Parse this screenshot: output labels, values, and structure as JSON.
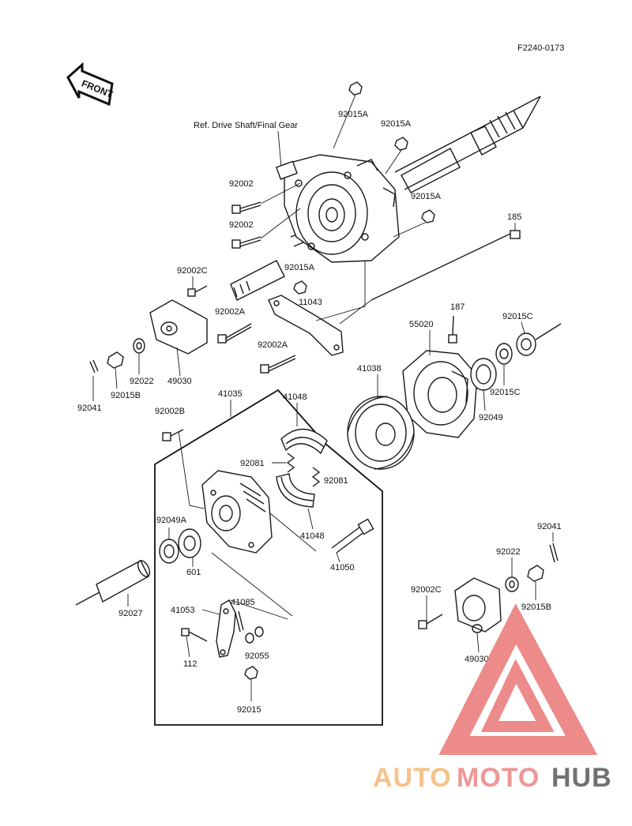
{
  "code": "F2240-0173",
  "front_label": "FRONT",
  "ref_label": "Ref. Drive Shaft/Final Gear",
  "callouts": {
    "c_92015A_1": "92015A",
    "c_92015A_2": "92015A",
    "c_92015A_3": "92015A",
    "c_92015A_4": "92015A",
    "c_92002_1": "92002",
    "c_92002_2": "92002",
    "c_185": "185",
    "c_92002C_1": "92002C",
    "c_92002A_1": "92002A",
    "c_11043": "11043",
    "c_92002A_2": "92002A",
    "c_187": "187",
    "c_55020": "55020",
    "c_92015C_1": "92015C",
    "c_92015C_2": "92015C",
    "c_92049": "92049",
    "c_41038": "41038",
    "c_92041_1": "92041",
    "c_92015B_1": "92015B",
    "c_92022_1": "92022",
    "c_49030_1": "49030",
    "c_41035": "41035",
    "c_41048_1": "41048",
    "c_92002B": "92002B",
    "c_92081_1": "92081",
    "c_92081_2": "92081",
    "c_92049A": "92049A",
    "c_601": "601",
    "c_41048_2": "41048",
    "c_41050": "41050",
    "c_92027": "92027",
    "c_41053": "41053",
    "c_41085": "41085",
    "c_92055": "92055",
    "c_112": "112",
    "c_92015": "92015",
    "c_92041_2": "92041",
    "c_92022_2": "92022",
    "c_92002C_2": "92002C",
    "c_92015B_2": "92015B",
    "c_49030_2": "49030"
  },
  "watermark": {
    "part1": "AUTO",
    "part2": "MOTO",
    "part3": "HUB",
    "color1": "#f4b26a",
    "color2": "#e87b7b",
    "color3": "#4a4a4a",
    "triangle_color": "#e86a6a"
  }
}
